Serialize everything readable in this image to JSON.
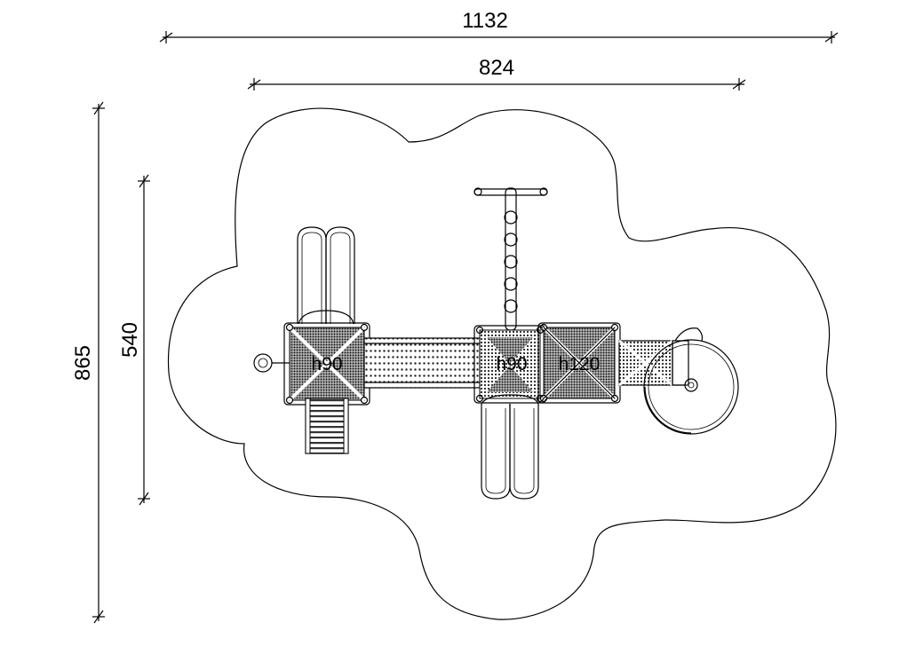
{
  "dimensions": {
    "overall_width": "1132",
    "inner_width": "824",
    "overall_depth": "865",
    "inner_depth": "540"
  },
  "towers": {
    "left": "h90",
    "middle": "h90",
    "right": "h120"
  }
}
